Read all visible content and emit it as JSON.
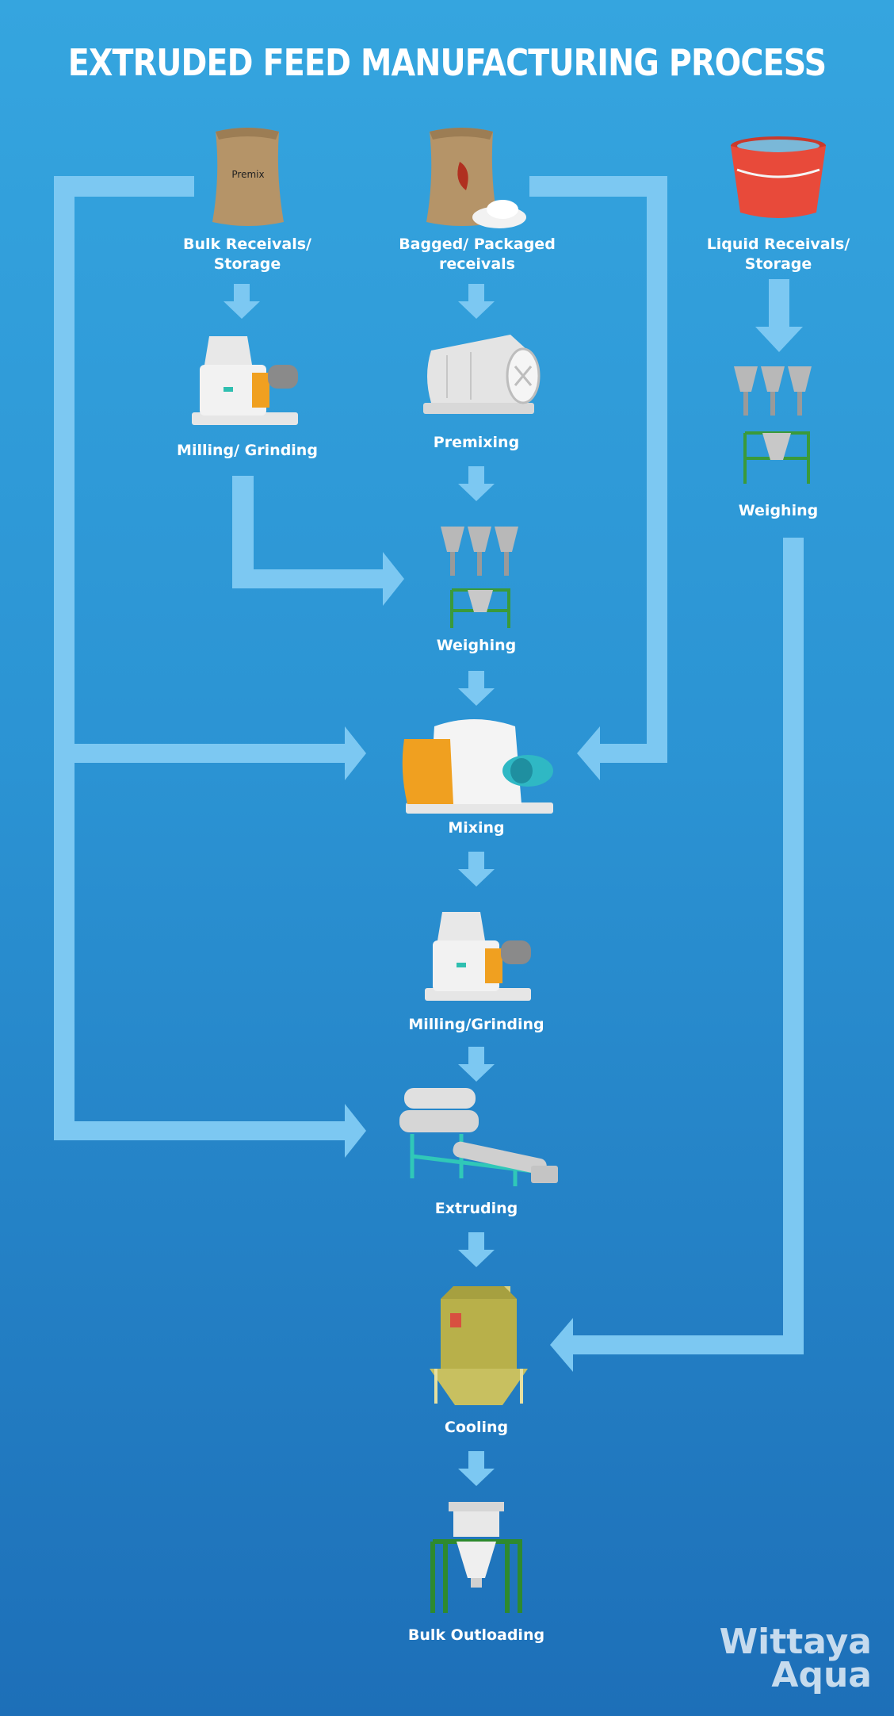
{
  "title": "EXTRUDED FEED MANUFACTURING PROCESS",
  "colors": {
    "arrow": "#7cc8f2",
    "bag": "#b59468",
    "bucket": "#e84a3a",
    "machine_white": "#f2f2f2",
    "accent_orange": "#f0a020",
    "accent_teal": "#2fbfb0",
    "frame_green": "#3a9a3a",
    "cooler_yellow": "#b8b04a"
  },
  "stages": {
    "bulk_receivals": "Bulk Receivals/\nStorage",
    "bagged_receivals": "Bagged/ Packaged\nreceivals",
    "liquid_receivals": "Liquid Receivals/\nStorage",
    "milling_grinding_1": "Milling/ Grinding",
    "premixing": "Premixing",
    "weighing_liquid": "Weighing",
    "weighing": "Weighing",
    "mixing": "Mixing",
    "milling_grinding_2": "Milling/Grinding",
    "extruding": "Extruding",
    "cooling": "Cooling",
    "bulk_outloading": "Bulk Outloading"
  },
  "bag_text": "Premix",
  "logo": {
    "line1": "Wittaya",
    "line2": "Aqua"
  }
}
